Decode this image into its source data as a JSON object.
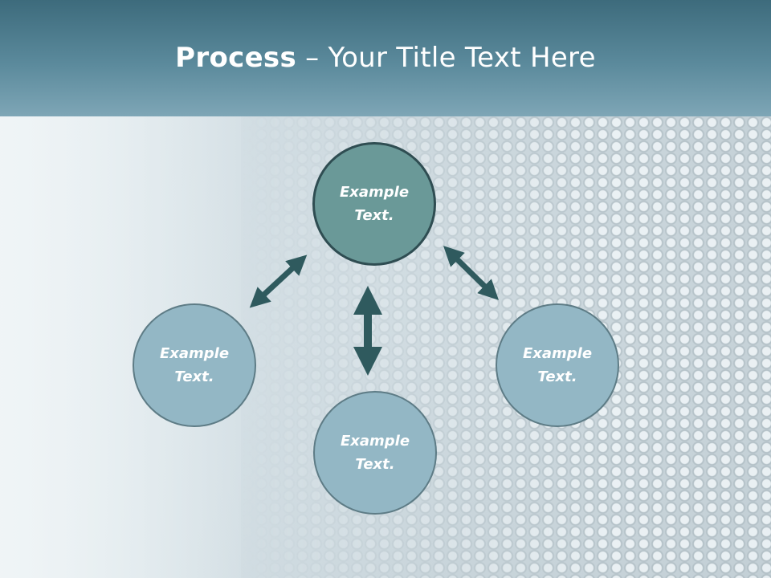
{
  "slide": {
    "title_bold": "Process",
    "title_rest": " – Your Title Text Here"
  },
  "nodes": [
    {
      "line1": "Example",
      "line2": "Text."
    },
    {
      "line1": "Example",
      "line2": "Text."
    },
    {
      "line1": "Example",
      "line2": "Text."
    },
    {
      "line1": "Example",
      "line2": "Text."
    }
  ],
  "colors": {
    "header": "#4f7d8f",
    "node_primary": "#6a9998",
    "node_secondary": "#93b7c5",
    "arrow": "#2f5a5e"
  }
}
